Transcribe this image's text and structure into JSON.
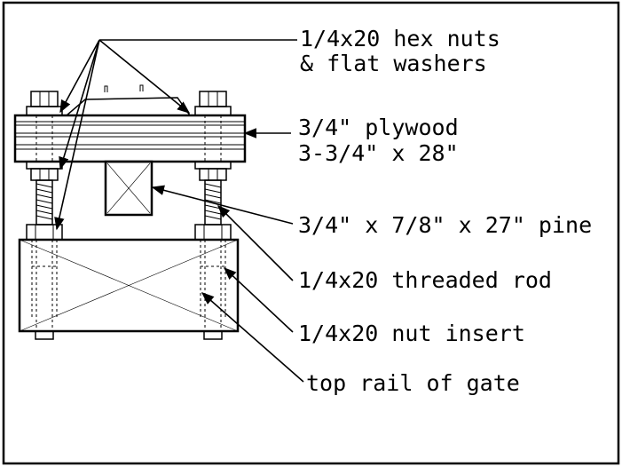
{
  "labels": {
    "hex_nuts_line1": "1/4x20 hex nuts",
    "hex_nuts_line2": "& flat washers",
    "plywood_line1": "3/4\" plywood",
    "plywood_line2": "3-3/4\" x 28\"",
    "pine": "3/4\" x 7/8\" x 27\" pine",
    "rod": "1/4x20 threaded rod",
    "insert": "1/4x20 nut insert",
    "rail": "top rail of gate"
  }
}
